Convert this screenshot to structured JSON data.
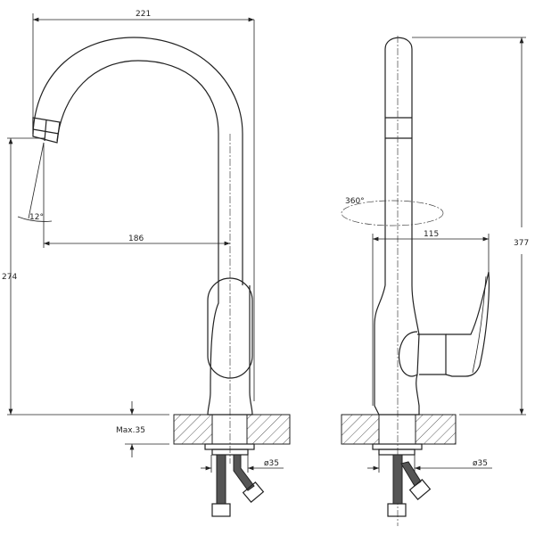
{
  "front_view": {
    "width_dim": "221",
    "angle_dim": "12°",
    "reach_dim": "186",
    "height_dim": "274",
    "deck_thickness": "Max.35",
    "hole_diameter": "ø35"
  },
  "side_view": {
    "swivel": "360°",
    "handle_dim": "115",
    "total_height": "377",
    "hole_diameter": "ø35"
  }
}
